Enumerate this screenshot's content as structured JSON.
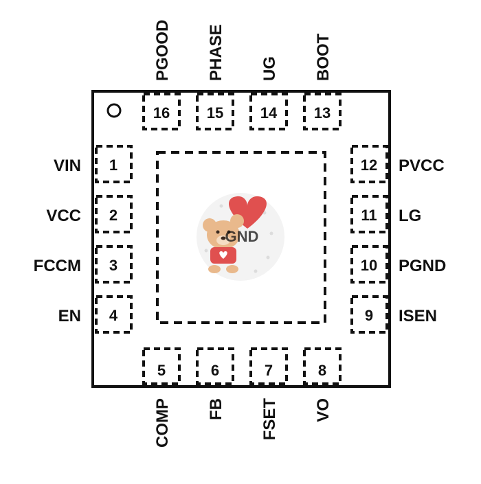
{
  "package": {
    "center_pad_label": "GND",
    "pin1_marker_icon": "circle-outline-icon",
    "center_image_icon": "teddy-bear-heart-balloon-icon"
  },
  "pins": {
    "left": [
      {
        "number": "1",
        "name": "VIN"
      },
      {
        "number": "2",
        "name": "VCC"
      },
      {
        "number": "3",
        "name": "FCCM"
      },
      {
        "number": "4",
        "name": "EN"
      }
    ],
    "bottom": [
      {
        "number": "5",
        "name": "COMP"
      },
      {
        "number": "6",
        "name": "FB"
      },
      {
        "number": "7",
        "name": "FSET"
      },
      {
        "number": "8",
        "name": "VO"
      }
    ],
    "right": [
      {
        "number": "9",
        "name": "ISEN"
      },
      {
        "number": "10",
        "name": "PGND"
      },
      {
        "number": "11",
        "name": "LG"
      },
      {
        "number": "12",
        "name": "PVCC"
      }
    ],
    "top": [
      {
        "number": "13",
        "name": "BOOT"
      },
      {
        "number": "14",
        "name": "UG"
      },
      {
        "number": "15",
        "name": "PHASE"
      },
      {
        "number": "16",
        "name": "PGOOD"
      }
    ]
  },
  "colors": {
    "outline": "#111111",
    "heart": "#e0504f",
    "bear": "#e9b98c"
  }
}
